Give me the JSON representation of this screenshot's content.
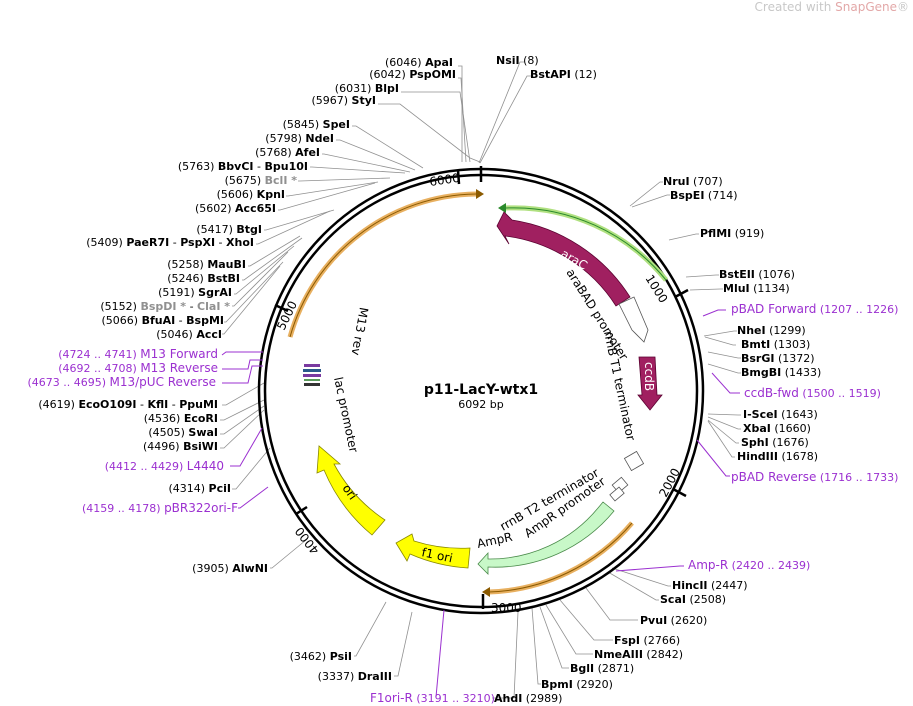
{
  "watermark": {
    "prefix": "Created with ",
    "brand": "SnapGene",
    "mark": "®"
  },
  "plasmid": {
    "name": "p11-LacY-wtx1",
    "length_label": "6092 bp",
    "length": 6092
  },
  "ticks": [
    "1000",
    "2000",
    "3000",
    "4000",
    "5000",
    "6000"
  ],
  "features": [
    {
      "label": "araC",
      "text_color": "#ffffff",
      "color": "#a02060"
    },
    {
      "label": "ccdB",
      "text_color": "#ffffff",
      "color": "#a02060"
    },
    {
      "label": "ori",
      "text_color": "#000000",
      "color": "#ffff00"
    },
    {
      "label": "f1 ori",
      "text_color": "#000000",
      "color": "#ffff00"
    },
    {
      "label": "AmpR",
      "text_color": "#000000",
      "color": "#c8f8c8"
    },
    {
      "label": "araBAD promoter",
      "text_color": "#000000",
      "color": "#ffffff"
    },
    {
      "label": "rrnB T1 terminator",
      "text_color": "#000000",
      "color": "#ffffff"
    },
    {
      "label": "rrnB T2 terminator",
      "text_color": "#000000",
      "color": "#ffffff"
    },
    {
      "label": "AmpR promoter",
      "text_color": "#000000",
      "color": "#ffffff"
    },
    {
      "label": "lac promoter",
      "text_color": "#000000",
      "color": "#ffffff"
    },
    {
      "label": "M13 rev",
      "text_color": "#000000",
      "color": "#ffffff"
    }
  ],
  "sites": [
    {
      "name": "ApaI",
      "pos": "(6046)"
    },
    {
      "name": "PspOMI",
      "pos": "(6042)"
    },
    {
      "name": "BlpI",
      "pos": "(6031)"
    },
    {
      "name": "StyI",
      "pos": "(5967)"
    },
    {
      "name": "SpeI",
      "pos": "(5845)"
    },
    {
      "name": "NdeI",
      "pos": "(5798)"
    },
    {
      "name": "AfeI",
      "pos": "(5768)"
    },
    {
      "name": "BbvCI",
      "sep": " - ",
      "name2": "Bpu10I",
      "pos": "(5763)"
    },
    {
      "name": "BclI *",
      "pos": "(5675)",
      "gray": true
    },
    {
      "name": "KpnI",
      "pos": "(5606)"
    },
    {
      "name": "Acc65I",
      "pos": "(5602)"
    },
    {
      "name": "BtgI",
      "pos": "(5417)"
    },
    {
      "name": "PaeR7I",
      "sep": " - ",
      "name2": "PspXI",
      "sep2": " - ",
      "name3": "XhoI",
      "pos": "(5409)"
    },
    {
      "name": "MauBI",
      "pos": "(5258)"
    },
    {
      "name": "BstBI",
      "pos": "(5246)"
    },
    {
      "name": "SgrAI",
      "pos": "(5191)"
    },
    {
      "name": "BspDI *",
      "sep": " - ",
      "name2": "ClaI *",
      "pos": "(5152)",
      "gray": true
    },
    {
      "name": "BfuAI",
      "sep": " - ",
      "name2": "BspMI",
      "pos": "(5066)"
    },
    {
      "name": "AccI",
      "pos": "(5046)"
    },
    {
      "name": "EcoO109I",
      "sep": " - ",
      "name2": "KflI",
      "sep2": " - ",
      "name3": "PpuMI",
      "pos": "(4619)"
    },
    {
      "name": "EcoRI",
      "pos": "(4536)"
    },
    {
      "name": "SwaI",
      "pos": "(4505)"
    },
    {
      "name": "BsiWI",
      "pos": "(4496)"
    },
    {
      "name": "PciI",
      "pos": "(4314)"
    },
    {
      "name": "AlwNI",
      "pos": "(3905)"
    },
    {
      "name": "PsiI",
      "pos": "(3462)"
    },
    {
      "name": "DraIII",
      "pos": "(3337)"
    },
    {
      "name": "NsiI",
      "pos": "(8)"
    },
    {
      "name": "BstAPI",
      "pos": "(12)"
    },
    {
      "name": "NruI",
      "pos": "(707)"
    },
    {
      "name": "BspEI",
      "pos": "(714)"
    },
    {
      "name": "PflMI",
      "pos": "(919)"
    },
    {
      "name": "BstEII",
      "pos": "(1076)"
    },
    {
      "name": "MluI",
      "pos": "(1134)"
    },
    {
      "name": "NheI",
      "pos": "(1299)"
    },
    {
      "name": "BmtI",
      "pos": "(1303)"
    },
    {
      "name": "BsrGI",
      "pos": "(1372)"
    },
    {
      "name": "BmgBI",
      "pos": "(1433)"
    },
    {
      "name": "I-SceI",
      "pos": "(1643)"
    },
    {
      "name": "XbaI",
      "pos": "(1660)"
    },
    {
      "name": "SphI",
      "pos": "(1676)"
    },
    {
      "name": "HindIII",
      "pos": "(1678)"
    },
    {
      "name": "HincII",
      "pos": "(2447)"
    },
    {
      "name": "ScaI",
      "pos": "(2508)"
    },
    {
      "name": "PvuI",
      "pos": "(2620)"
    },
    {
      "name": "FspI",
      "pos": "(2766)"
    },
    {
      "name": "NmeAIII",
      "pos": "(2842)"
    },
    {
      "name": "BglI",
      "pos": "(2871)"
    },
    {
      "name": "BpmI",
      "pos": "(2920)"
    },
    {
      "name": "AhdI",
      "pos": "(2989)"
    }
  ],
  "primers": [
    {
      "name": "M13 Forward",
      "range": "(4724 .. 4741)"
    },
    {
      "name": "M13 Reverse",
      "range": "(4692 .. 4708)"
    },
    {
      "name": "M13/pUC Reverse",
      "range": "(4673 .. 4695)"
    },
    {
      "name": "L4440",
      "range": "(4412 .. 4429)"
    },
    {
      "name": "pBR322ori-F",
      "range": "(4159 .. 4178)"
    },
    {
      "name": "F1ori-R",
      "range": "(3191 .. 3210)"
    },
    {
      "name": "pBAD Forward",
      "range": "(1207 .. 1226)"
    },
    {
      "name": "ccdB-fwd",
      "range": "(1500 .. 1519)"
    },
    {
      "name": "pBAD Reverse",
      "range": "(1716 .. 1733)"
    },
    {
      "name": "Amp-R",
      "range": "(2420 .. 2439)"
    }
  ],
  "colors": {
    "primer": "#9b30d0",
    "backbone": "#000000",
    "site_line": "#909090",
    "gray_site": "#909090"
  }
}
